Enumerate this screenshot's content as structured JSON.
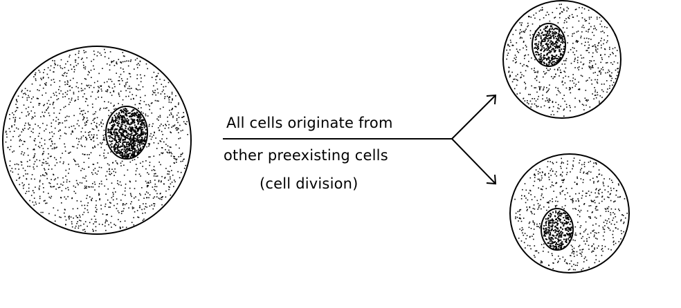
{
  "caption": {
    "line1": "All cells originate from",
    "line2": "other preexisting cells",
    "line3": "(cell division)"
  },
  "colors": {
    "ink": "#000000",
    "background": "#ffffff"
  }
}
